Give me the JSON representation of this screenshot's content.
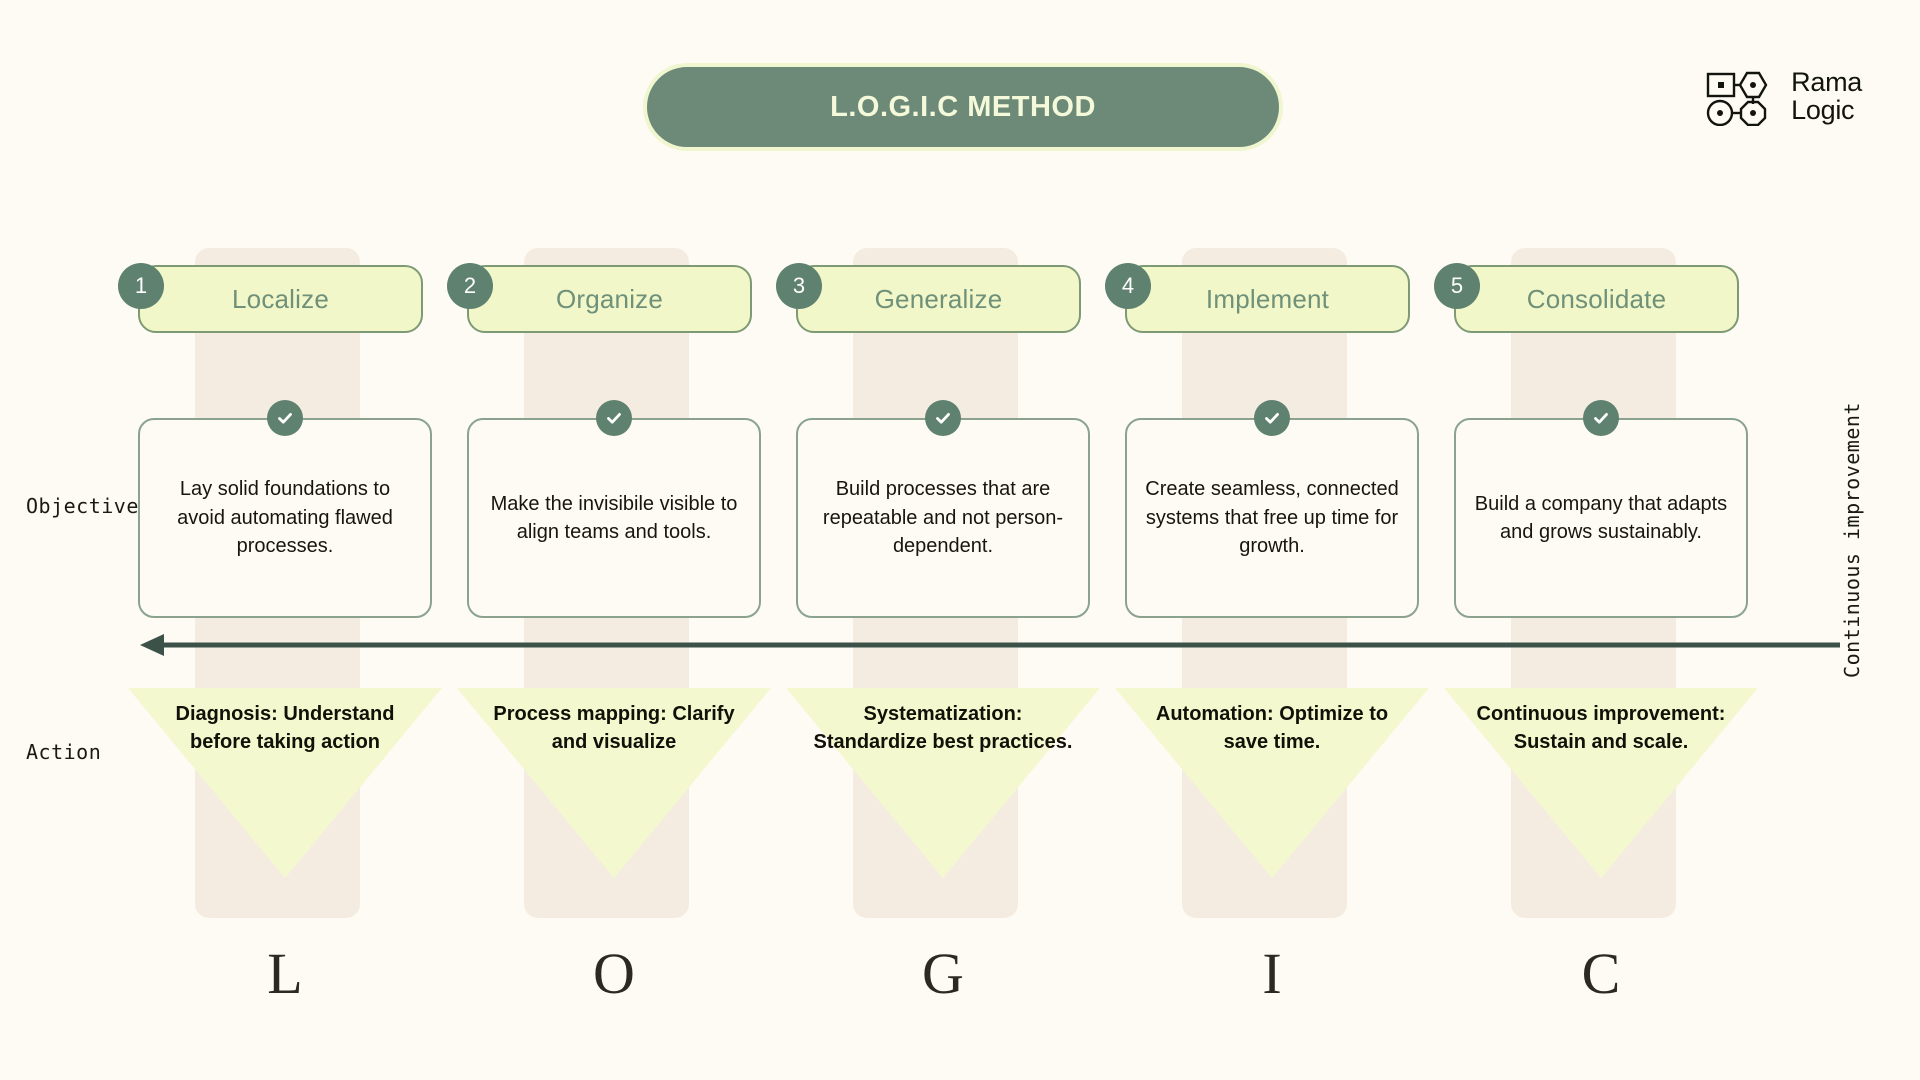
{
  "header": {
    "title": "L.O.G.I.C METHOD",
    "banner_bg": "#6c8a77",
    "banner_border": "#f0f6cf",
    "banner_text_color": "#f4f9da"
  },
  "logo": {
    "line1": "Rama",
    "line2": "Logic",
    "mark": "node-network-icon"
  },
  "axis": {
    "objective_label": "Objective",
    "action_label": "Action",
    "continuous_label": "Continuous improvement",
    "arrow_direction": "left",
    "arrow_color": "#3c5248"
  },
  "palette": {
    "background": "#fdfbf4",
    "column_backdrop": "#f5ece1",
    "header_pill": "#f1f7c9",
    "header_pill_border": "#7e9a74",
    "header_text": "#6f9079",
    "badge": "#5f8170",
    "card_border": "#8ba38e",
    "triangle": "#f3f8cf"
  },
  "steps": [
    {
      "number": "1",
      "letter": "L",
      "title": "Localize",
      "objective": "Lay solid foundations to avoid automating flawed processes.",
      "action": "Diagnosis: Understand before taking action"
    },
    {
      "number": "2",
      "letter": "O",
      "title": "Organize",
      "objective": "Make the invisibile visible to align teams and tools.",
      "action": "Process mapping: Clarify and visualize"
    },
    {
      "number": "3",
      "letter": "G",
      "title": "Generalize",
      "objective": "Build processes that are repeatable and not person-dependent.",
      "action": "Systematization: Standardize best practices."
    },
    {
      "number": "4",
      "letter": "I",
      "title": "Implement",
      "objective": "Create seamless, connected systems that free up time for growth.",
      "action": "Automation: Optimize to save time."
    },
    {
      "number": "5",
      "letter": "C",
      "title": "Consolidate",
      "objective": "Build a company that adapts and grows sustainably.",
      "action": "Continuous improvement: Sustain and scale."
    }
  ]
}
